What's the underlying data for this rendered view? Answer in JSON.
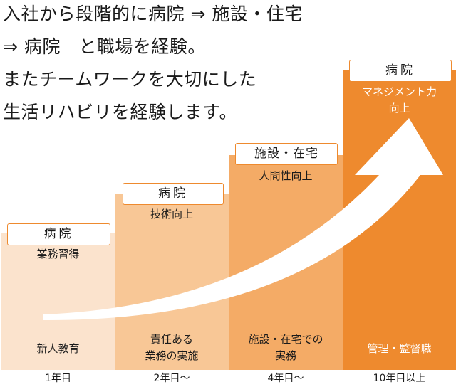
{
  "intro": {
    "lines": [
      "入社から段階的に病院 ⇒ 施設・住宅",
      "⇒ 病院　と職場を経験。",
      "またチームワークを大切にした",
      "生活リハビリを経験します。"
    ]
  },
  "stages": [
    {
      "place": "病院",
      "skill_top": "業務習得",
      "skill_bottom": [
        "新人教育"
      ],
      "year": "1年目"
    },
    {
      "place": "病院",
      "skill_top": "技術向上",
      "skill_bottom": [
        "責任ある",
        "業務の実施"
      ],
      "year": "2年目〜"
    },
    {
      "place": "施設・在宅",
      "skill_top": "人間性向上",
      "skill_bottom": [
        "施設・在宅での",
        "実務"
      ],
      "year": "4年目〜"
    },
    {
      "place": "病院",
      "skill_top": [
        "マネジメント力",
        "向上"
      ],
      "skill_bottom": [
        "管理・監督職"
      ],
      "year": "10年目以上"
    }
  ],
  "colors": {
    "stage1": "#fbe3cd",
    "stage2": "#f8c796",
    "stage3": "#f4ab66",
    "stage4": "#ee8a2e",
    "badge_border": "#ee8a2e",
    "arrow": "#ffffff"
  },
  "icons": {
    "growth_arrow": "curved-upward-arrow"
  }
}
